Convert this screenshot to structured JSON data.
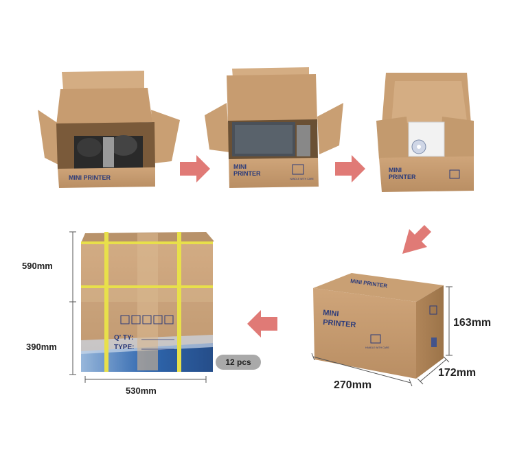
{
  "step1": {
    "box_text": "MINI PRINTER"
  },
  "step2": {
    "box_line1": "MINI",
    "box_line2": "PRINTER",
    "handle_text": "HANDLE WITH CARE"
  },
  "step3": {
    "box_line1": "MINI",
    "box_line2": "PRINTER"
  },
  "carton": {
    "qty_label": "Q' TY:",
    "type_label": "TYPE:"
  },
  "shipping_box": {
    "lid_text": "MINI PRINTER",
    "front_line1": "MINI",
    "front_line2": "PRINTER",
    "handle_text": "HANDLE WITH CARE"
  },
  "dimensions": {
    "carton_height_upper": "590mm",
    "carton_height_lower": "390mm",
    "carton_width": "530mm",
    "box_height": "163mm",
    "box_length": "270mm",
    "box_depth": "172mm"
  },
  "quantity_badge": "12 pcs",
  "colors": {
    "kraft": "#c49a6c",
    "kraft_dark": "#a87d52",
    "arrow": "#e07a76",
    "strap": "#e8e04a",
    "carton_band": "#1e5aa8"
  }
}
